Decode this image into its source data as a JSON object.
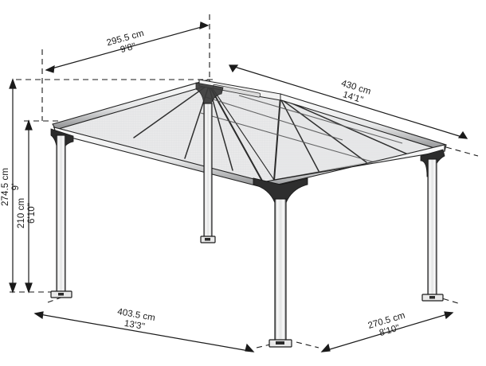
{
  "drawing": {
    "title": "Gazebo dimensioned isometric drawing",
    "background_color": "#ffffff",
    "line_color": "#1a1a1a",
    "panel_fill": "#eceded",
    "panel_fill_dark": "#e0e1e2",
    "frame_fill": "#f5f5f5",
    "frame_shade": "#9a9b9c"
  },
  "dimensions": {
    "roof_depth": {
      "name": "roof-depth-top-left",
      "metric": "295.5 cm",
      "imperial": "9'8\""
    },
    "roof_width": {
      "name": "roof-width-top-right",
      "metric": "430 cm",
      "imperial": "14'1\""
    },
    "overall_height": {
      "name": "overall-height",
      "metric": "274.5 cm",
      "imperial": "9'"
    },
    "clearance_height": {
      "name": "post-clearance-height",
      "metric": "210 cm",
      "imperial": "6'10\""
    },
    "base_width": {
      "name": "base-width-bottom-left",
      "metric": "403.5 cm",
      "imperial": "13'3\""
    },
    "base_depth": {
      "name": "base-depth-bottom-right",
      "metric": "270.5 cm",
      "imperial": "8'10\""
    }
  }
}
